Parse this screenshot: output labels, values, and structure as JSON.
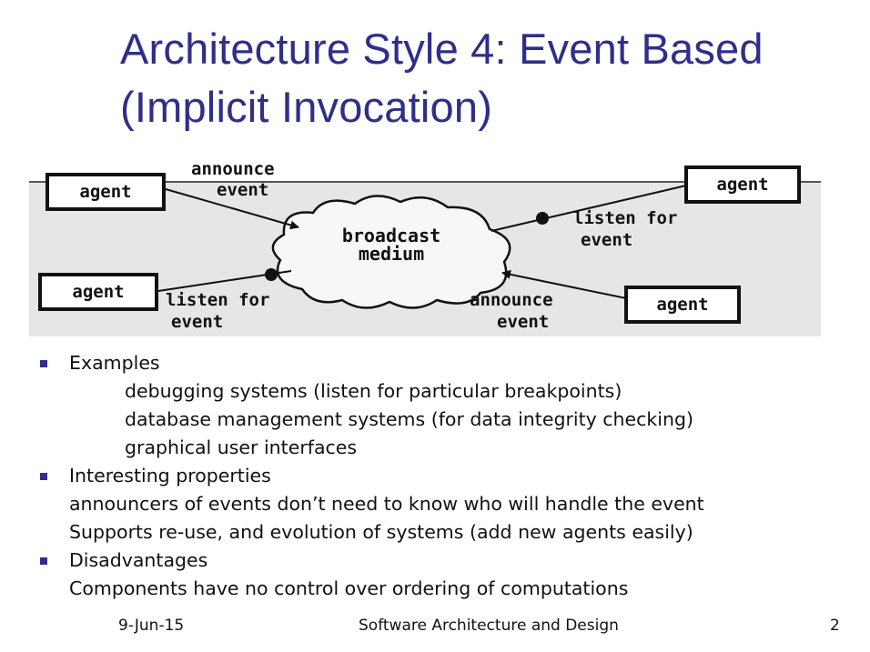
{
  "slide": {
    "title_line1": "Architecture Style 4: Event Based",
    "title_line2": "(Implicit Invocation)"
  },
  "diagram": {
    "agent_label": "agent",
    "medium_line1": "broadcast",
    "medium_line2": "medium",
    "announce_line1": "announce",
    "announce_line2": "event",
    "listen_line1": "listen for",
    "listen_line2": "event"
  },
  "bullets": [
    {
      "heading": "Examples",
      "lines": [
        "debugging systems (listen for particular breakpoints)",
        "database management systems (for data integrity checking)",
        "graphical user interfaces"
      ]
    },
    {
      "heading": "Interesting properties",
      "lines": [
        "announcers of events don’t need to know who will handle the event",
        "Supports re-use, and evolution of systems (add new agents easily)"
      ]
    },
    {
      "heading": "Disadvantages",
      "lines": [
        "Components have no control over ordering of computations"
      ]
    }
  ],
  "footer": {
    "date": "9-Jun-15",
    "course": "Software Architecture and Design",
    "page": "2"
  },
  "colors": {
    "title": "#2f2e8a",
    "bullet": "#2f2e8a",
    "diagram_bg": "#e6e6e6"
  }
}
